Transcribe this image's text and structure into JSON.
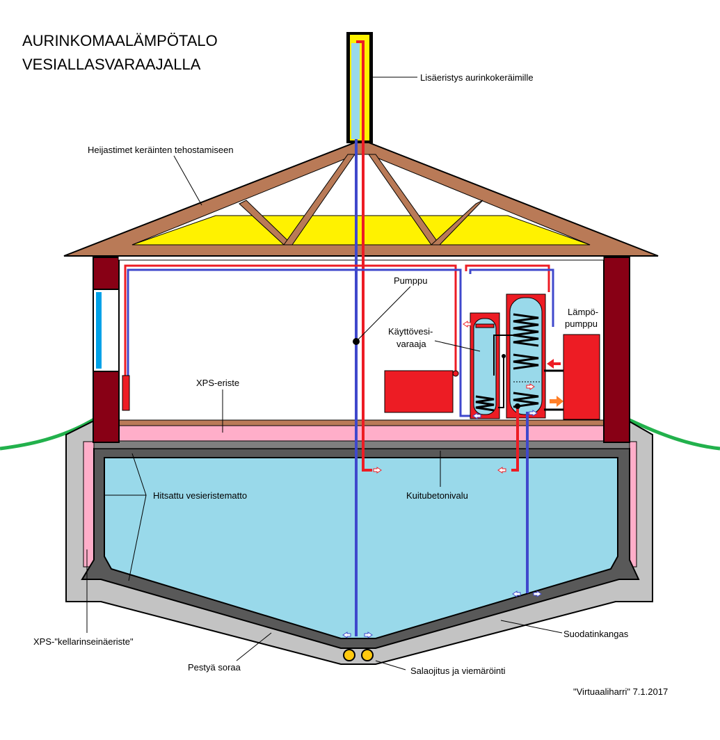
{
  "title": {
    "line1": "AURINKOMAALÄMPÖTALO",
    "line2": "VESIALLASVARAAJALLA"
  },
  "labels": {
    "collector_insulation": "Lisäeristys aurinkokeräimille",
    "reflectors": "Heijastimet keräinten tehostamiseen",
    "pump": "Pumppu",
    "hot_water_tank_1": "Käyttövesi-",
    "hot_water_tank_2": "varaaja",
    "heat_pump_1": "Lämpö-",
    "heat_pump_2": "pumppu",
    "xps_insulation": "XPS-eriste",
    "membrane": "Hitsattu vesieristematto",
    "fibre_concrete": "Kuitubetonivalu",
    "xps_basement": "XPS-\"kellarinseinäeriste\"",
    "gravel": "Pestyä soraa",
    "drainage": "Salaojitus ja viemäröinti",
    "filter_fabric": "Suodatinkangas",
    "credit": "\"Virtuaaliharri\" 7.1.2017"
  },
  "colors": {
    "roof": "#b97a57",
    "attic_insulation": "#fff200",
    "wall": "#880015",
    "floor_insulation": "#ffaec9",
    "concrete": "#c3c3c3",
    "water": "#99d9ea",
    "hot_pipe": "#ed1c24",
    "cold_pipe": "#3f48cc",
    "ground": "#22b14c",
    "accent_arrow": "#ff7f27"
  }
}
